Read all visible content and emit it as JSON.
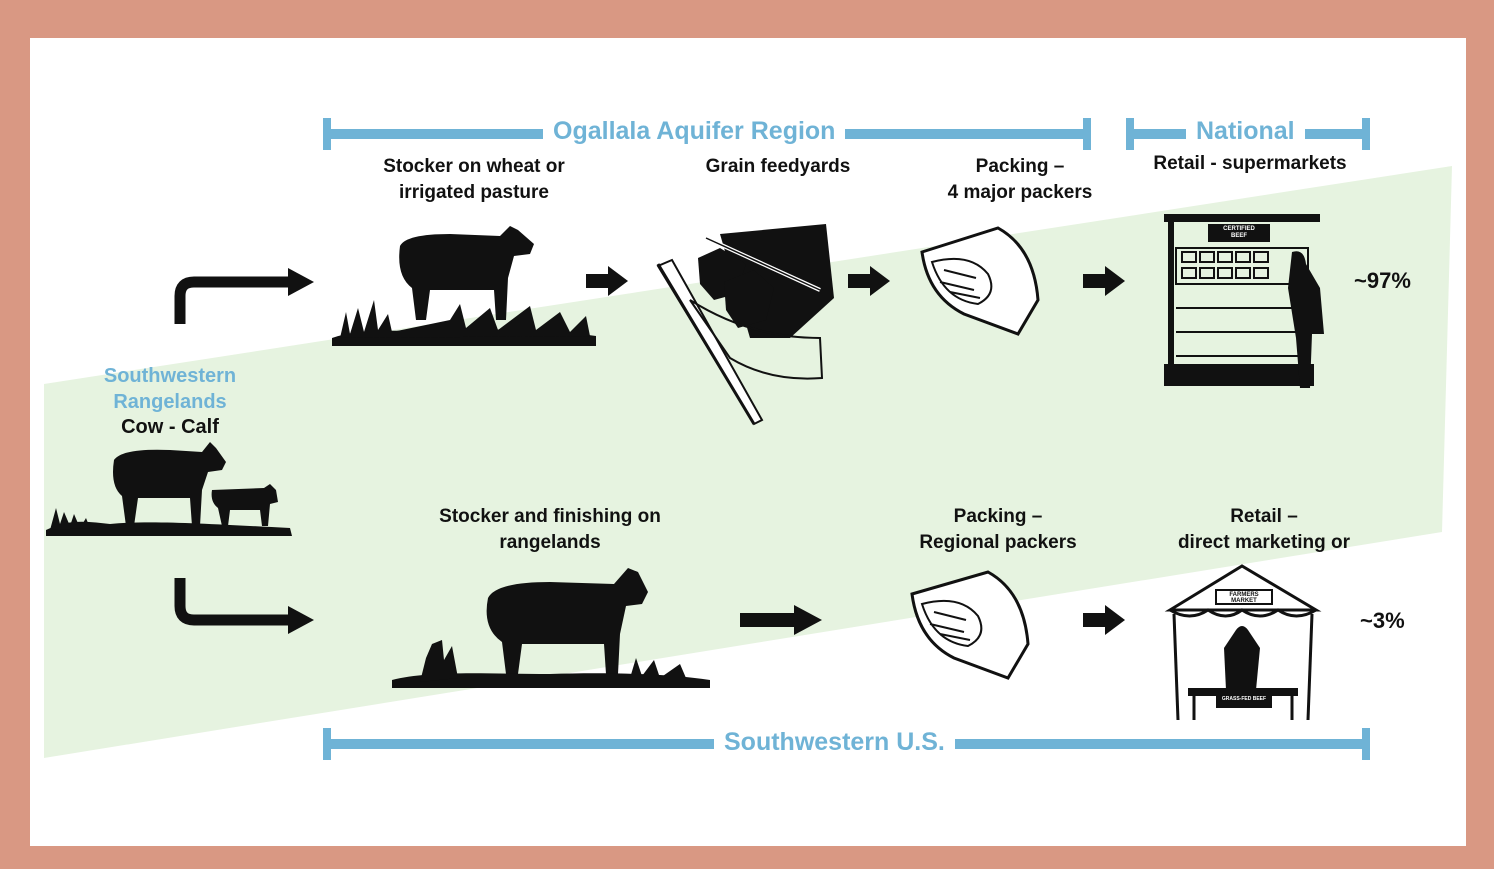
{
  "regions": {
    "ogallala": "Ogallala Aquifer Region",
    "national": "National",
    "southwestern_us": "Southwestern U.S."
  },
  "origin": {
    "line1": "Southwestern",
    "line2": "Rangelands",
    "line3": "Cow - Calf"
  },
  "upper_path": {
    "stocker_line1": "Stocker on wheat or",
    "stocker_line2": "irrigated pasture",
    "feedyards": "Grain feedyards",
    "packing_line1": "Packing –",
    "packing_line2": "4 major packers",
    "retail": "Retail - supermarkets",
    "share": "~97%",
    "sign_text": "CERTIFIED BEEF"
  },
  "lower_path": {
    "stocker_line1": "Stocker and finishing on",
    "stocker_line2": "rangelands",
    "packing_line1": "Packing –",
    "packing_line2": "Regional packers",
    "retail_line1": "Retail –",
    "retail_line2": "direct marketing or",
    "share": "~3%",
    "sign_text": "FARMERS MARKET",
    "table_text": "GRASS-FED BEEF"
  },
  "colors": {
    "frame": "#d99883",
    "region_bar": "#6fb3d6",
    "band": "#e6f3e0",
    "ink": "#111111"
  }
}
